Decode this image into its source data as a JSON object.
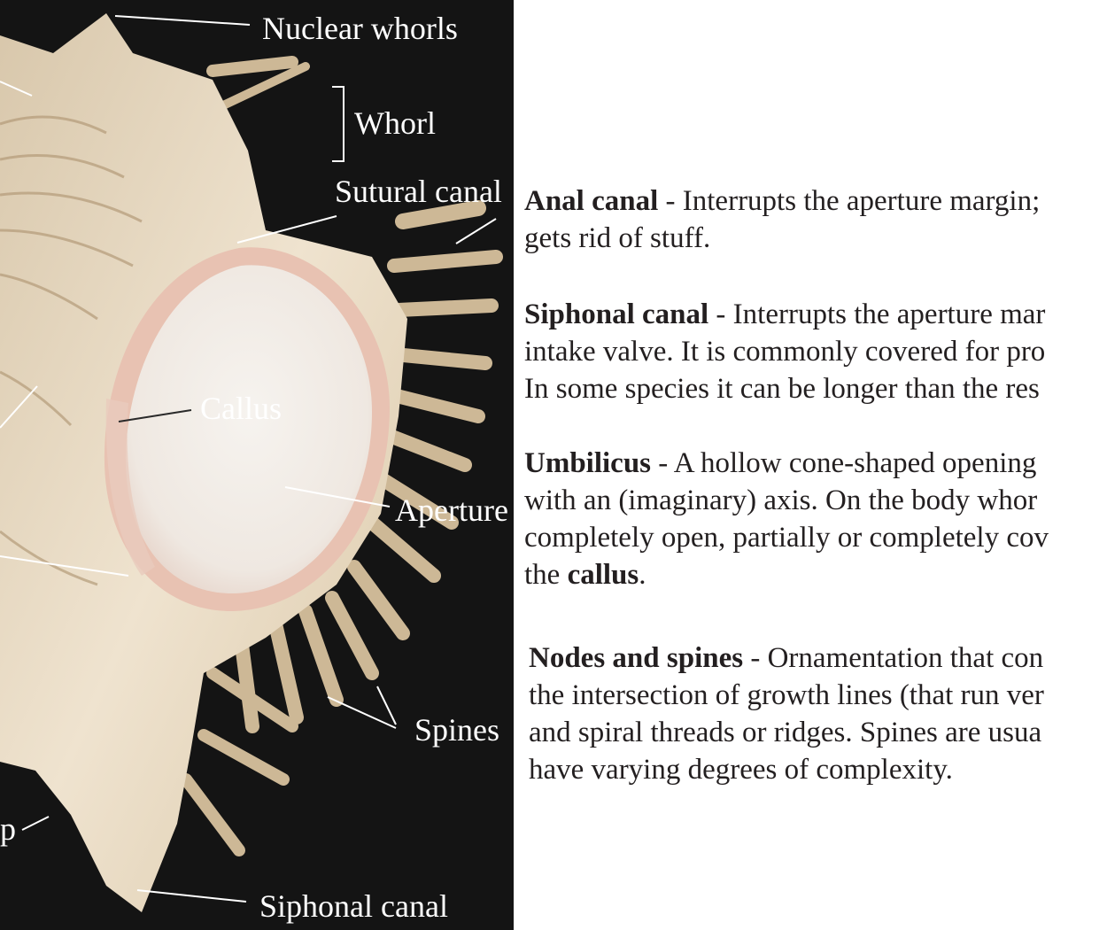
{
  "figure": {
    "labels": {
      "nuclear_whorls": "Nuclear whorls",
      "whorl": "Whorl",
      "sutural_canal": "Sutural canal",
      "callus": "Callus",
      "aperture": "Aperture",
      "spines": "Spines",
      "siphonal_canal": "Siphonal canal",
      "partial_left_label": "p"
    }
  },
  "descriptions": {
    "anal_canal": {
      "term": "Anal canal",
      "line1": " - Interrupts the aperture margin;",
      "line2": "gets rid of stuff."
    },
    "siphonal_canal": {
      "term": "Siphonal canal",
      "line1": " - Interrupts the aperture mar",
      "line2": "intake valve. It is commonly covered for pro",
      "line3": "In some species it can be longer than the res"
    },
    "umbilicus": {
      "term": "Umbilicus",
      "line1": " - A hollow cone-shaped opening",
      "line2": "with an (imaginary) axis. On the body whor",
      "line3": "completely open, partially or completely cov",
      "line4_prefix": "the ",
      "line4_term": "callus",
      "line4_suffix": "."
    },
    "nodes_spines": {
      "term": "Nodes and spines",
      "line1": " - Ornamentation that con",
      "line2": "the intersection of growth lines (that run ver",
      "line3": "and spiral threads or ridges. Spines are usua",
      "line4": "have varying degrees of complexity."
    }
  },
  "colors": {
    "photo_background": "#141414",
    "shell": "#efe3cf",
    "aperture_interior": "#f3efea",
    "aperture_lip": "#e8c2b2",
    "spine": "#cdb896",
    "label_text": "#ffffff",
    "body_text": "#231f20"
  }
}
